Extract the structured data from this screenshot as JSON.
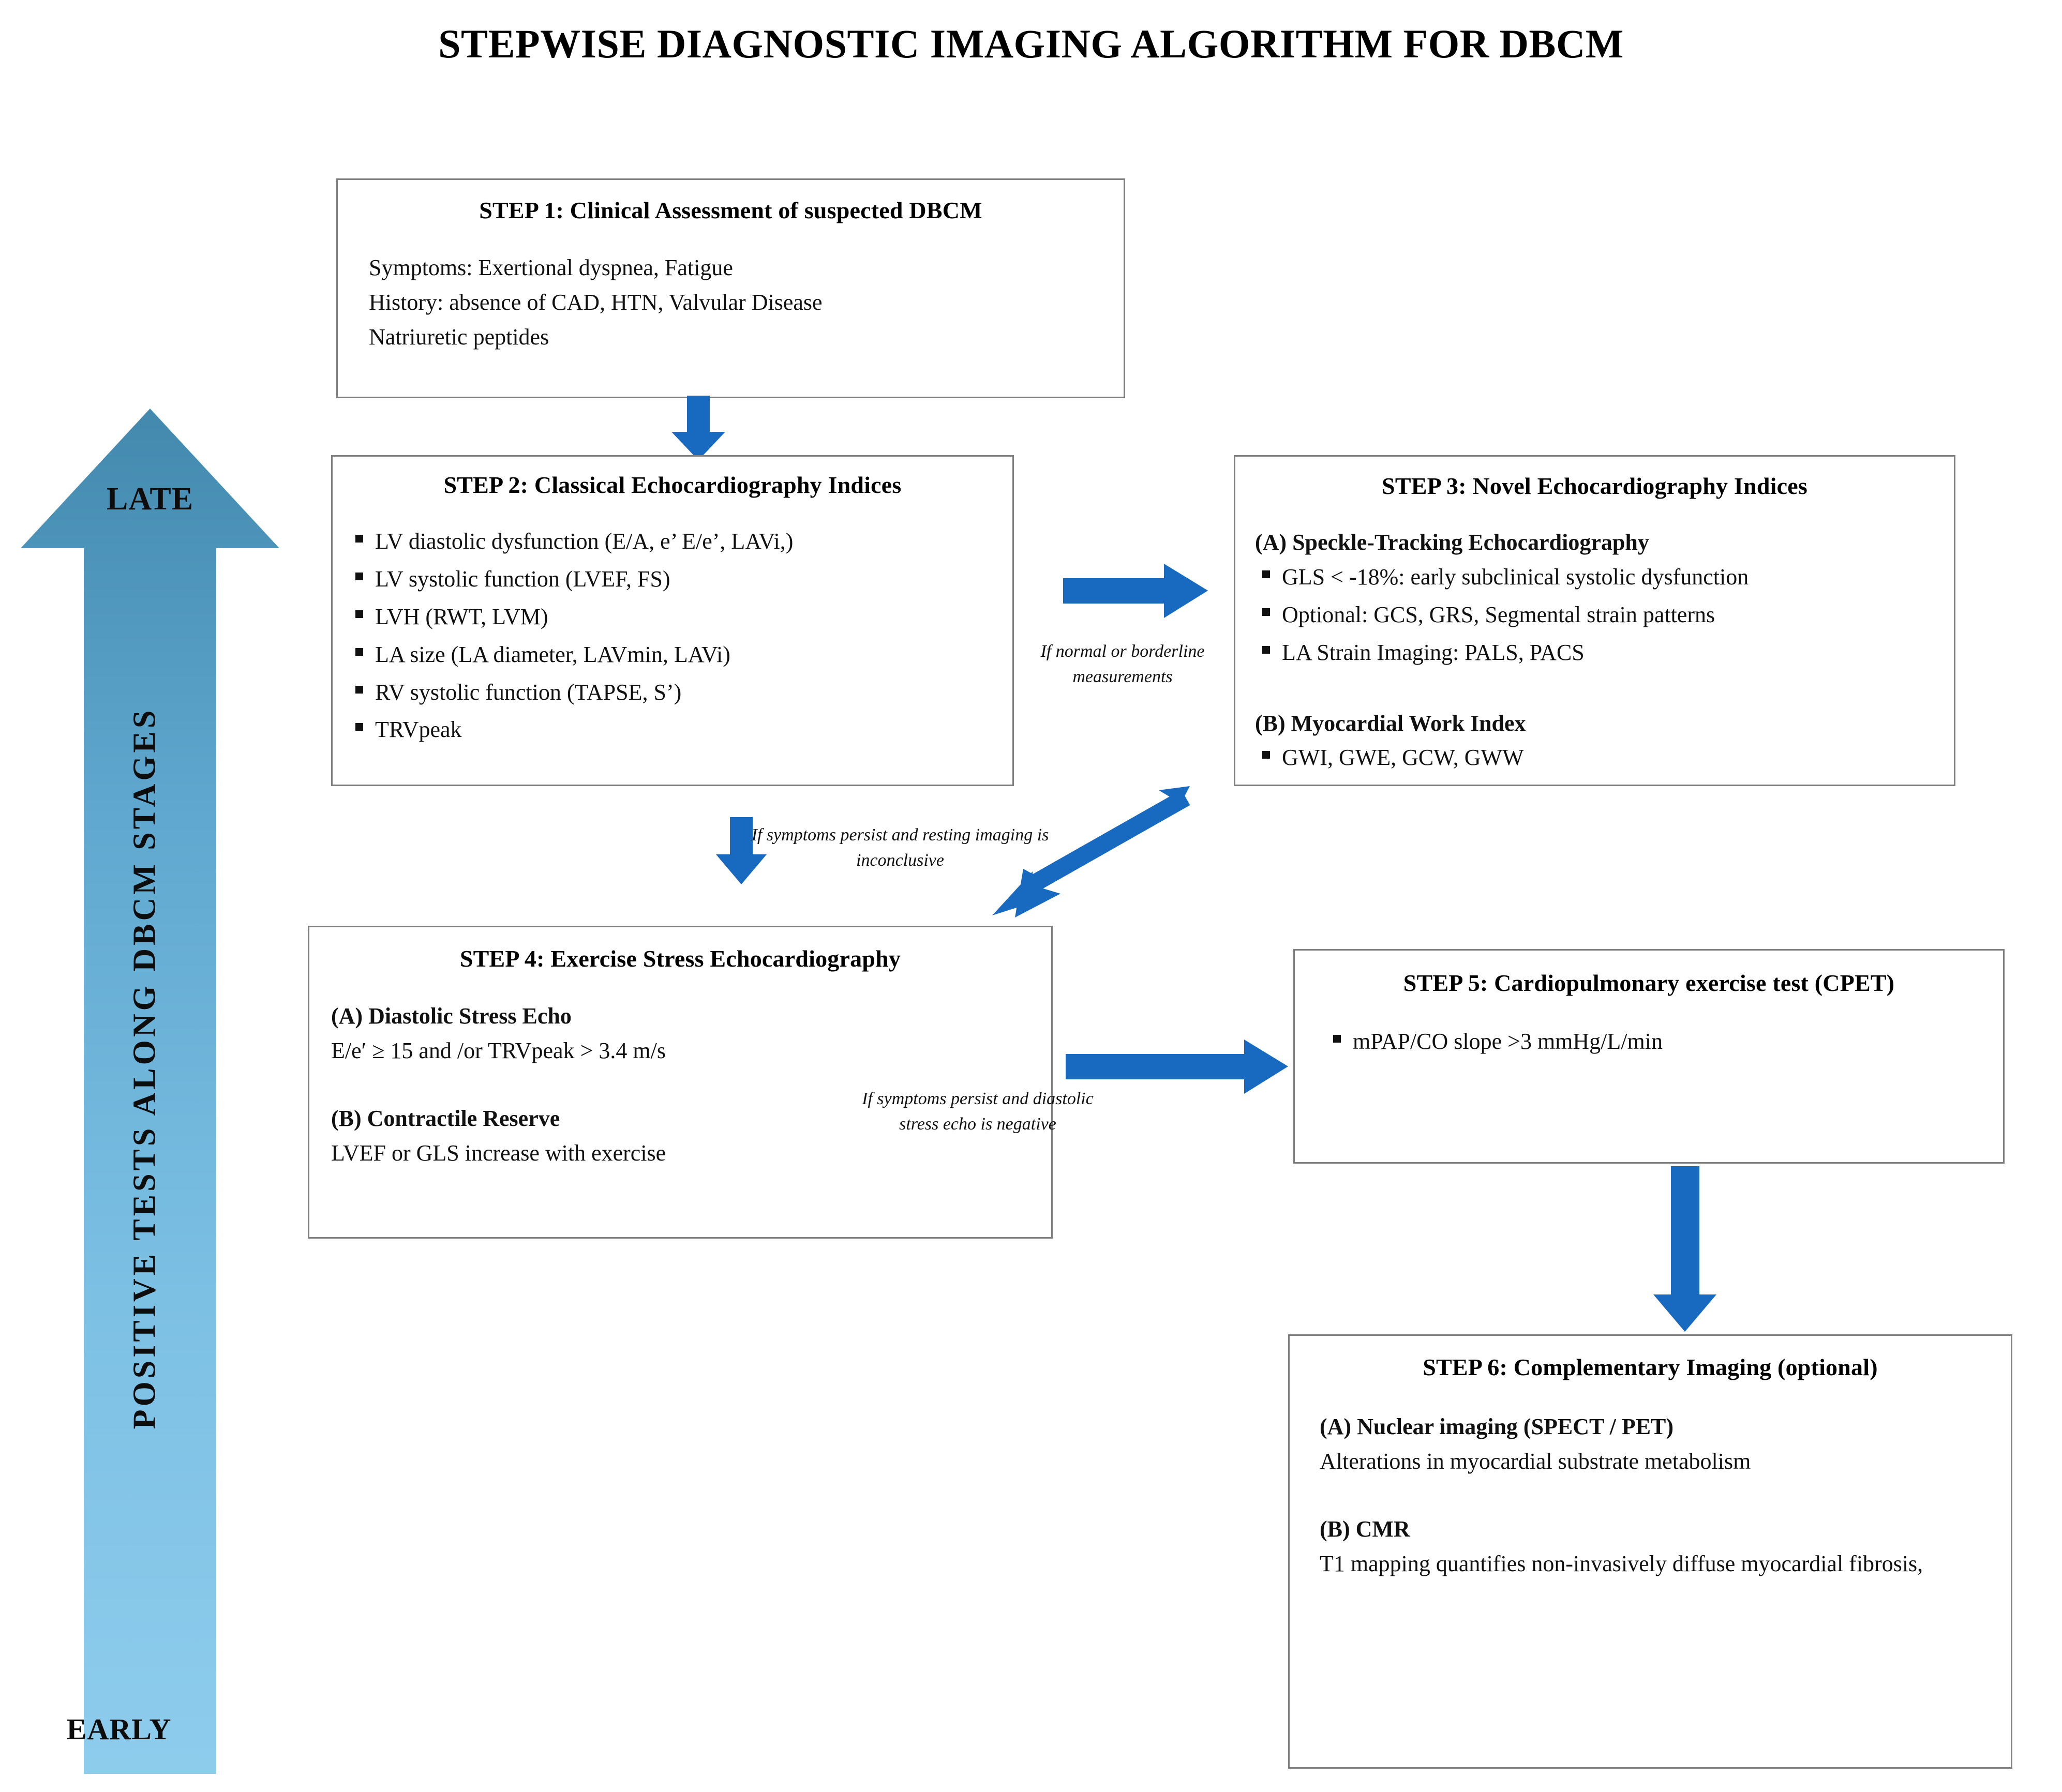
{
  "title": "STEPWISE DIAGNOSTIC IMAGING ALGORITHM FOR DBCM",
  "colors": {
    "arrow_blue": "#1869C0",
    "stage_arrow_top": "#4389AE",
    "stage_arrow_bottom": "#8ECCEC",
    "box_border": "#7f7f7f",
    "text": "#111111"
  },
  "stage_axis": {
    "top_label": "LATE",
    "bottom_label": "EARLY",
    "vertical_label": "POSITIVE TESTS ALONG DBCM STAGES"
  },
  "steps": [
    {
      "id": "step1",
      "title": "STEP 1: Clinical Assessment of suspected DBCM",
      "lines": [
        "Symptoms: Exertional dyspnea,  Fatigue",
        "History: absence of CAD, HTN, Valvular Disease",
        "Natriuretic peptides"
      ]
    },
    {
      "id": "step2",
      "title": "STEP 2: Classical Echocardiography Indices",
      "bullets": [
        "LV diastolic dysfunction (E/A, e’ E/e’, LAVi,)",
        "LV systolic function (LVEF, FS)",
        "LVH (RWT,  LVM)",
        "LA size (LA diameter, LAVmin, LAVi)",
        "RV systolic function (TAPSE, S’)",
        "TRVpeak"
      ]
    },
    {
      "id": "step3",
      "title": "STEP 3: Novel Echocardiography Indices",
      "section_a_head": "(A) Speckle-Tracking Echocardiography",
      "section_a_bullets": [
        "GLS < -18%: early subclinical systolic dysfunction",
        "Optional: GCS, GRS, Segmental strain patterns",
        "LA Strain Imaging: PALS, PACS"
      ],
      "section_b_head": "(B) Myocardial Work Index",
      "section_b_bullets": [
        "GWI, GWE, GCW, GWW"
      ]
    },
    {
      "id": "step4",
      "title": "STEP 4: Exercise Stress Echocardiography",
      "section_a_head": "(A) Diastolic Stress Echo",
      "section_a_text": "E/e′ ≥ 15 and /or TRVpeak > 3.4 m/s",
      "section_b_head": "(B) Contractile Reserve",
      "section_b_text": "LVEF or GLS increase  with exercise"
    },
    {
      "id": "step5",
      "title": "STEP 5: Cardiopulmonary exercise  test (CPET)",
      "bullets": [
        "mPAP/CO slope >3 mmHg/L/min"
      ]
    },
    {
      "id": "step6",
      "title": "STEP 6: Complementary  Imaging (optional)",
      "section_a_head": "(A) Nuclear imaging (SPECT / PET)",
      "section_a_text": "Alterations in myocardial  substrate metabolism",
      "section_b_head": "(B) CMR",
      "section_b_text": "T1 mapping  quantifies non-invasively  diffuse  myocardial fibrosis,"
    }
  ],
  "connectors": {
    "step1_to_step2": "",
    "step2_to_step3": "If normal or borderline measurements",
    "step2_to_step4": "If symptoms persist and resting imaging is inconclusive",
    "step4_to_step5": "If symptoms persist and diastolic stress echo is negative",
    "step5_to_step6": ""
  }
}
